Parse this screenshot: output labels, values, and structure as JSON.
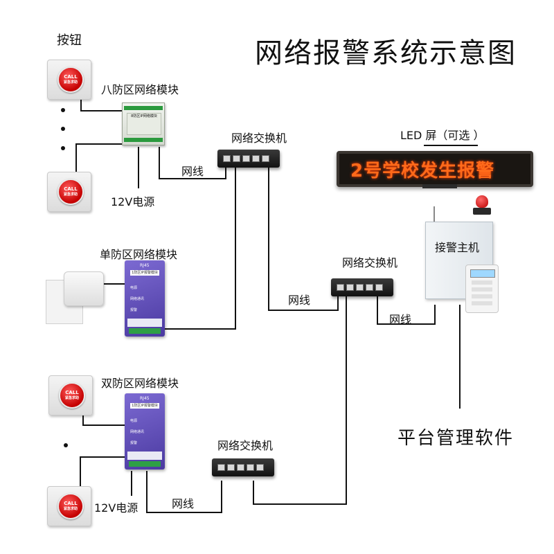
{
  "title": "网络报警系统示意图",
  "labels": {
    "buttons": "按钮",
    "eight_zone_module": "八防区网络模块",
    "single_zone_module": "单防区网络模块",
    "dual_zone_module": "双防区网络模块",
    "power_12v": "12V电源",
    "network_cable": "网线",
    "switch": "网络交换机",
    "led_screen": "LED 屏（可选 ）",
    "alarm_host": "接警主机",
    "platform_software": "平台管理软件"
  },
  "led_display_text": "2号学校发生报警",
  "call_button": {
    "text": "CALL",
    "subtext": "紧急求助"
  },
  "module_text": {
    "eight_zone_label": "8防区IP网络模块",
    "rj45": "RJ45",
    "purple_name": "1防区IP报警模块",
    "row1": "电源",
    "row2": "网络通讯",
    "row3": "报警"
  },
  "colors": {
    "led_text": "#ff6a1a",
    "call_red": "#c40000",
    "module_purple": "#5a48b5",
    "terminal_green": "#2b9a3e"
  }
}
